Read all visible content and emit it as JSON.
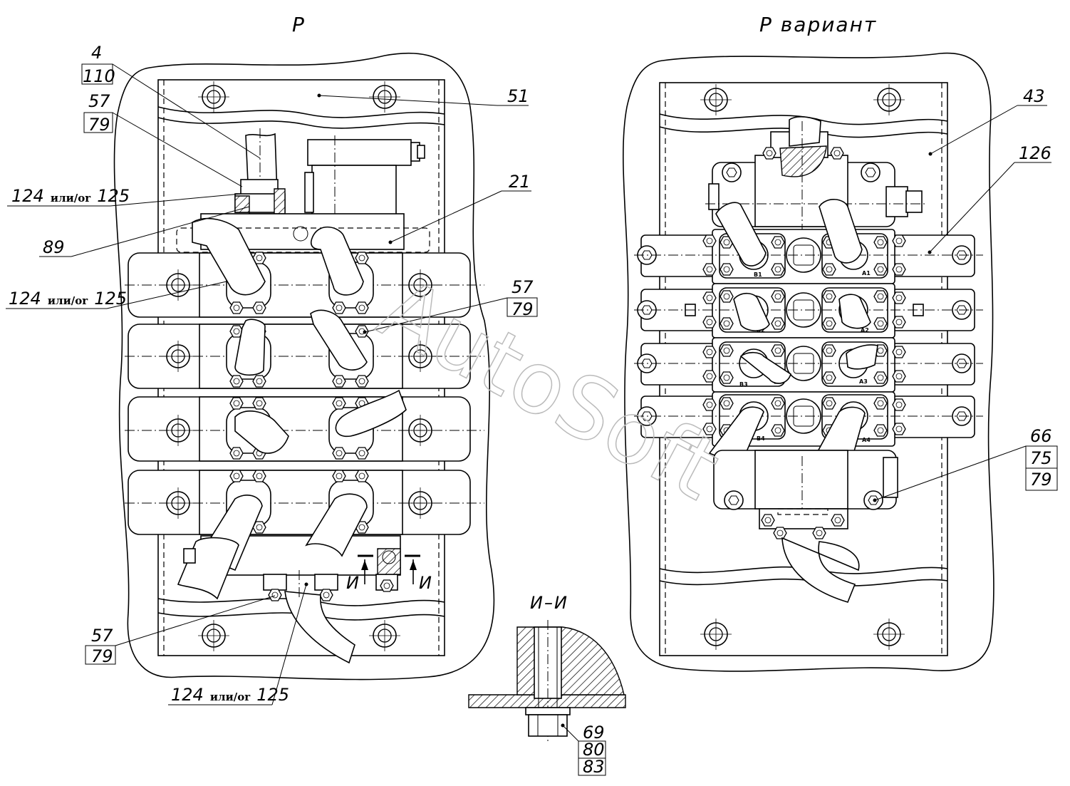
{
  "views": {
    "left_title": "P",
    "right_title": "P вариант",
    "section_title": "И–И",
    "section_mark": "И"
  },
  "callouts": {
    "c4_110": [
      "4",
      "110"
    ],
    "c57_79_top": [
      "57",
      "79"
    ],
    "c124_a": [
      "124",
      "или/or",
      "125"
    ],
    "c89": "89",
    "c124_b": [
      "124",
      "или/or",
      "125"
    ],
    "c51": "51",
    "c21": "21",
    "c57_79_mid": [
      "57",
      "79"
    ],
    "c57_79_bot": [
      "57",
      "79"
    ],
    "c124_c": [
      "124",
      "или/or",
      "125"
    ],
    "c69_80_83": [
      "69",
      "80",
      "83"
    ],
    "c43": "43",
    "c126": "126",
    "c66_75_79": [
      "66",
      "75",
      "79"
    ]
  },
  "ports": [
    "B1",
    "A1",
    "B2",
    "A2",
    "B3",
    "A3",
    "B4",
    "A4"
  ],
  "watermark": "AutoSoft"
}
